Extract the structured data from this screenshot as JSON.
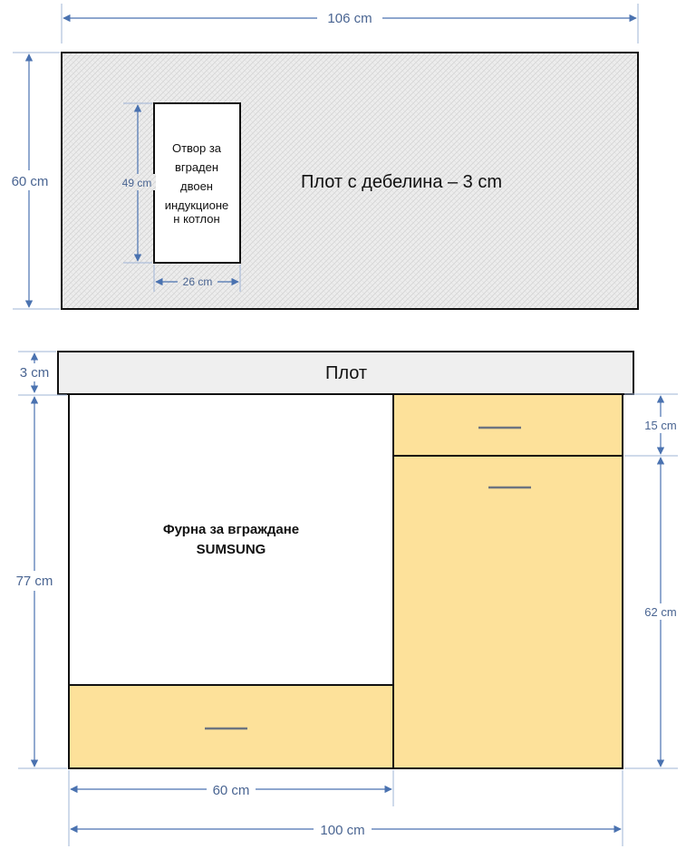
{
  "top_view": {
    "width_label": "106 cm",
    "height_label": "60 cm",
    "countertop_label": "Плот с дебелина – 3 cm",
    "cutout": {
      "lines": [
        "Отвор за",
        "вграден",
        "двоен",
        "индукционе",
        "н котлон"
      ],
      "height_label": "49 cm",
      "width_label": "26 cm"
    }
  },
  "front_view": {
    "countertop_label": "Плот",
    "countertop_thickness_label": "3 cm",
    "height_label": "77 cm",
    "drawer_height_label": "15 cm",
    "door_height_label": "62 cm",
    "oven_width_label": "60 cm",
    "total_width_label": "100 cm",
    "oven_label_line1": "Фурна за вграждане",
    "oven_label_line2": "SUMSUNG"
  },
  "colors": {
    "cabinet_fill": "#fde19a",
    "countertop_fill": "#efefef",
    "dimension": "#4a72b0"
  }
}
